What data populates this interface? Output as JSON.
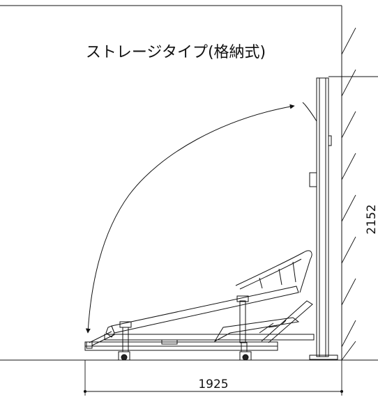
{
  "diagram": {
    "title": "ストレージタイプ(格納式)",
    "dimensions": {
      "height": "2152",
      "width": "1925"
    }
  }
}
